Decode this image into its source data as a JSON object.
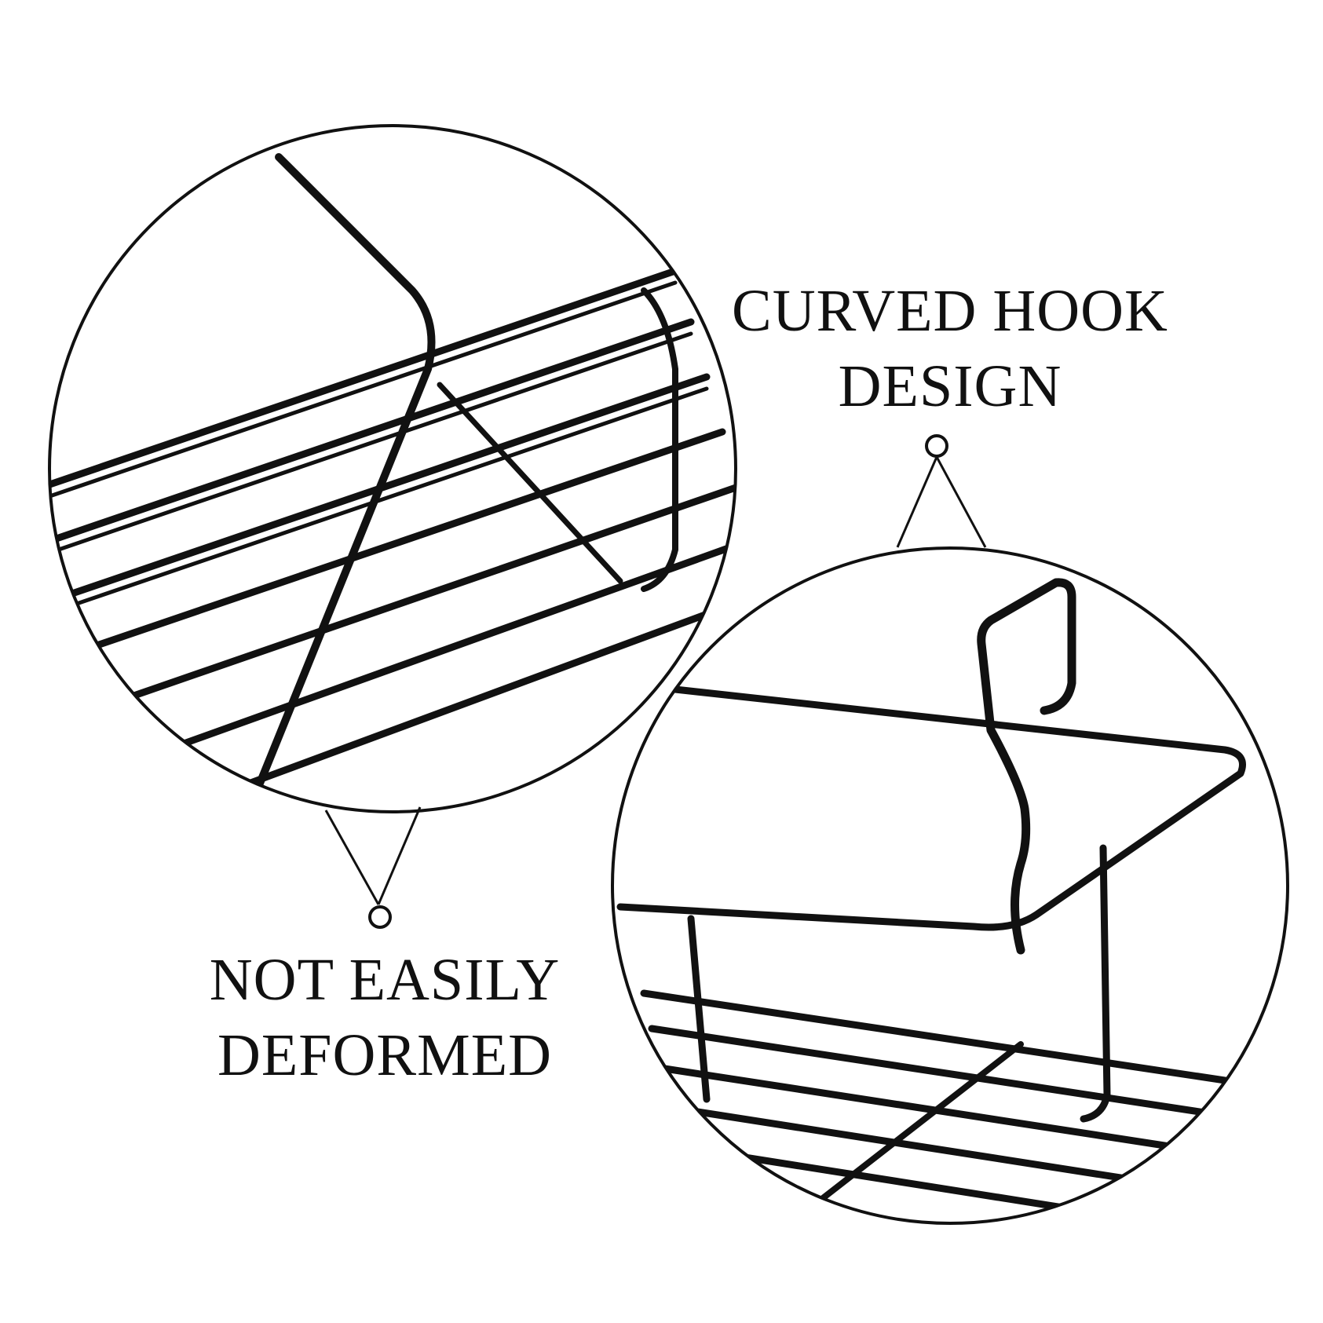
{
  "captions": {
    "hook": {
      "line1": "CURVED HOOK",
      "line2": "DESIGN"
    },
    "deformed": {
      "line1": "NOT EASILY",
      "line2": "DEFORMED"
    }
  },
  "colors": {
    "background": "#ffffff",
    "wire": "#111111",
    "text": "#111111",
    "circle_outline": "#111111"
  },
  "icons": {
    "callout_marker": "hollow-circle-icon"
  }
}
